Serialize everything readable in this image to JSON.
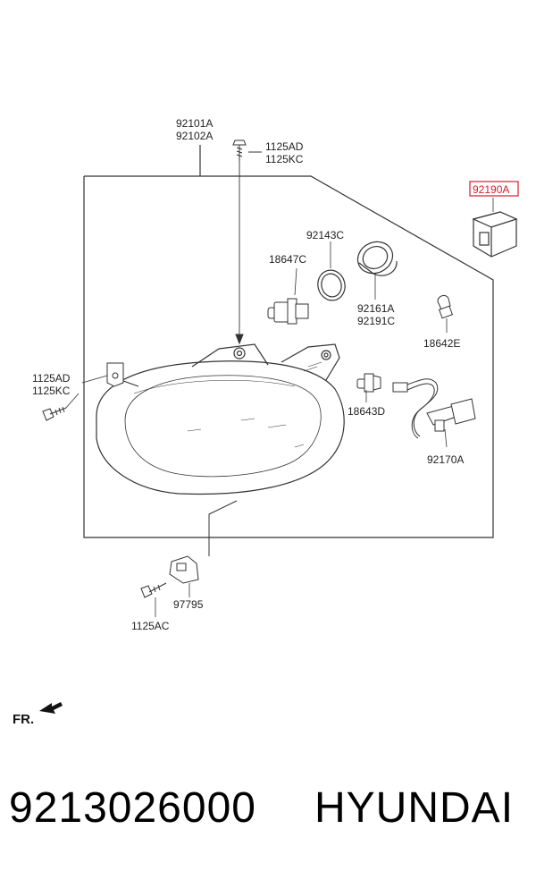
{
  "diagram": {
    "labels": {
      "headlamp_assy_1": "92101A",
      "headlamp_assy_2": "92102A",
      "bolt_top_1": "1125AD",
      "bolt_top_2": "1125KC",
      "highlighted_part": "92190A",
      "ring": "92143C",
      "bulb_main": "18647C",
      "socket_1": "92161A",
      "socket_2": "92191C",
      "bulb_small": "18642E",
      "bolt_left_1": "1125AD",
      "bolt_left_2": "1125KC",
      "bulb_position": "18643D",
      "wiring": "92170A",
      "bracket": "97795",
      "screw_bottom": "1125AC",
      "front_indicator": "FR."
    },
    "highlight_color": "#d01f2f"
  },
  "footer": {
    "part_number": "9213026000",
    "brand": "HYUNDAI"
  }
}
